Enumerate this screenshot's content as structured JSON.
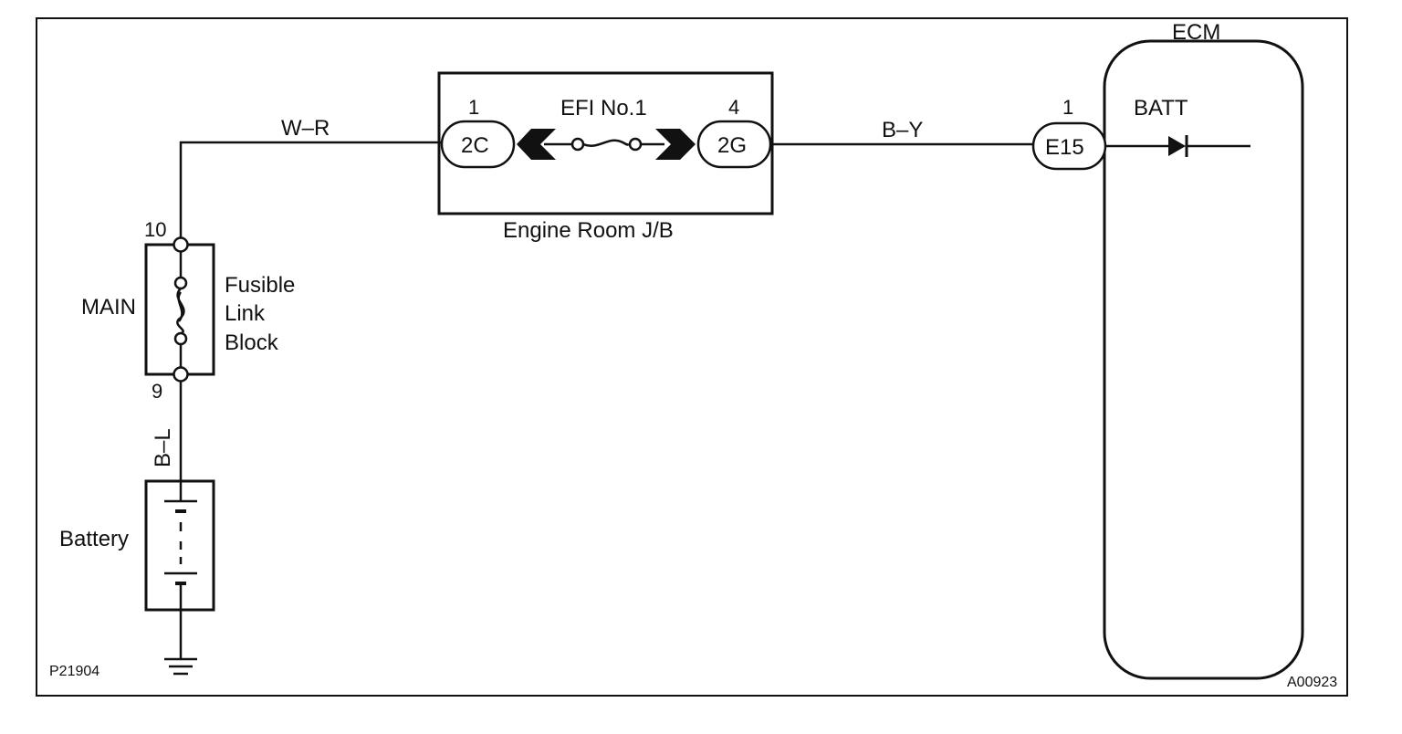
{
  "fusible_link": {
    "pin_top": "10",
    "pin_bottom": "9",
    "fuse_name": "MAIN",
    "label_lines": [
      "Fusible",
      "Link",
      "Block"
    ]
  },
  "wires": {
    "fl_to_jb": "W–R",
    "batt_to_fl": "B–L",
    "jb_to_ecm": "B–Y"
  },
  "junction_block": {
    "label": "Engine Room J/B",
    "fuse_name": "EFI No.1",
    "left_connector": {
      "pin": "1",
      "name": "2C"
    },
    "right_connector": {
      "pin": "4",
      "name": "2G"
    }
  },
  "ecm": {
    "title": "ECM",
    "connector": {
      "pin": "1",
      "name": "E15"
    },
    "terminal": "BATT"
  },
  "battery": {
    "label": "Battery"
  },
  "codes": {
    "left": "P21904",
    "right": "A00923"
  }
}
